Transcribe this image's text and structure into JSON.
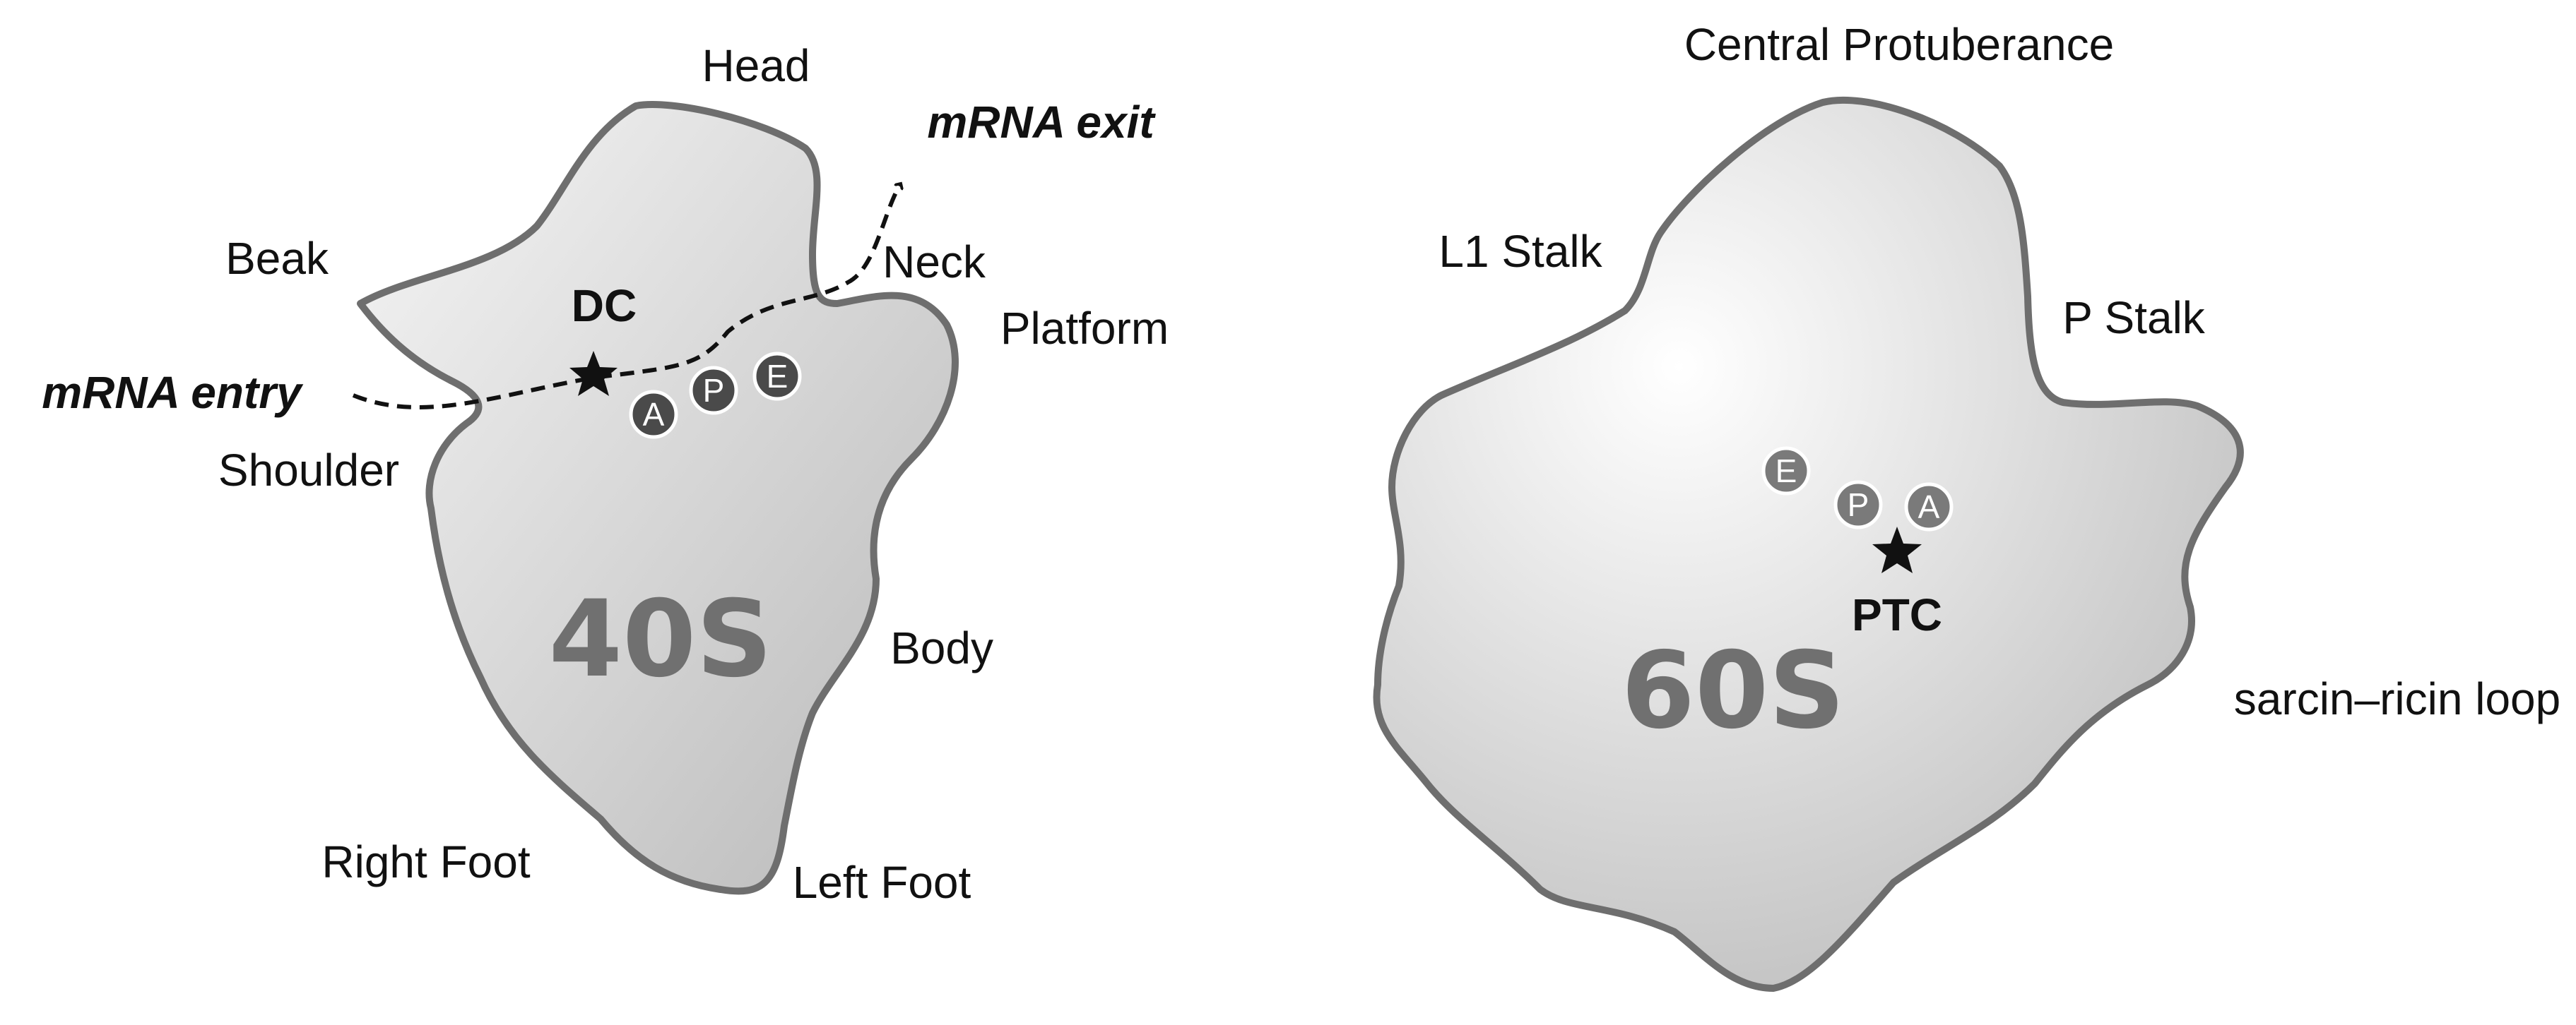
{
  "small_subunit": {
    "name": "40S",
    "labels": {
      "head": "Head",
      "beak": "Beak",
      "neck": "Neck",
      "platform": "Platform",
      "shoulder": "Shoulder",
      "body": "Body",
      "right_foot": "Right Foot",
      "left_foot": "Left Foot",
      "decoding_center": "DC",
      "mrna_entry": "mRNA entry",
      "mrna_exit": "mRNA exit"
    },
    "sites": [
      "A",
      "P",
      "E"
    ]
  },
  "large_subunit": {
    "name": "60S",
    "labels": {
      "central_protuberance": "Central Protuberance",
      "l1_stalk": "L1 Stalk",
      "p_stalk": "P Stalk",
      "sarcin_ricin_loop": "sarcin–ricin loop",
      "peptidyl_transferase_center": "PTC"
    },
    "sites": [
      "E",
      "P",
      "A"
    ]
  },
  "colors": {
    "outline": "#6e6e6e",
    "fill_light": "#f4f4f4",
    "fill_dark": "#b9b9b9",
    "site_fill": "#4a4a4a",
    "site_fill_60s": "#7a7a7a"
  }
}
